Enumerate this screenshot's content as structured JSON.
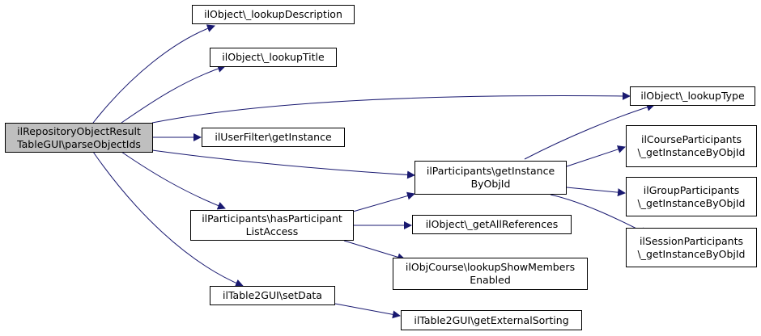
{
  "diagram": {
    "edge_color": "#191970",
    "root_fill": "#bfbfbf",
    "nodes": {
      "root": "ilRepositoryObjectResult\nTableGUI\\parseObjectIds",
      "lookupDescription": "ilObject\\_lookupDescription",
      "lookupTitle": "ilObject\\_lookupTitle",
      "lookupType": "ilObject\\_lookupType",
      "userFilter": "ilUserFilter\\getInstance",
      "participantsGetInstance": "ilParticipants\\getInstance\nByObjId",
      "hasParticipantListAccess": "ilParticipants\\hasParticipant\nListAccess",
      "getAllReferences": "ilObject\\_getAllReferences",
      "lookupShowMembers": "ilObjCourse\\lookupShowMembers\nEnabled",
      "courseParticipants": "ilCourseParticipants\n\\_getInstanceByObjId",
      "groupParticipants": "ilGroupParticipants\n\\_getInstanceByObjId",
      "sessionParticipants": "ilSessionParticipants\n\\_getInstanceByObjId",
      "setData": "ilTable2GUI\\setData",
      "getExternalSorting": "ilTable2GUI\\getExternalSorting"
    },
    "edges": [
      {
        "from": "root",
        "to": "lookupDescription"
      },
      {
        "from": "root",
        "to": "lookupTitle"
      },
      {
        "from": "root",
        "to": "lookupType"
      },
      {
        "from": "root",
        "to": "userFilter"
      },
      {
        "from": "root",
        "to": "participantsGetInstance"
      },
      {
        "from": "root",
        "to": "hasParticipantListAccess"
      },
      {
        "from": "root",
        "to": "setData"
      },
      {
        "from": "hasParticipantListAccess",
        "to": "participantsGetInstance"
      },
      {
        "from": "hasParticipantListAccess",
        "to": "getAllReferences"
      },
      {
        "from": "hasParticipantListAccess",
        "to": "lookupShowMembers"
      },
      {
        "from": "participantsGetInstance",
        "to": "lookupType"
      },
      {
        "from": "participantsGetInstance",
        "to": "courseParticipants"
      },
      {
        "from": "participantsGetInstance",
        "to": "groupParticipants"
      },
      {
        "from": "participantsGetInstance",
        "to": "sessionParticipants"
      },
      {
        "from": "setData",
        "to": "getExternalSorting"
      }
    ]
  }
}
